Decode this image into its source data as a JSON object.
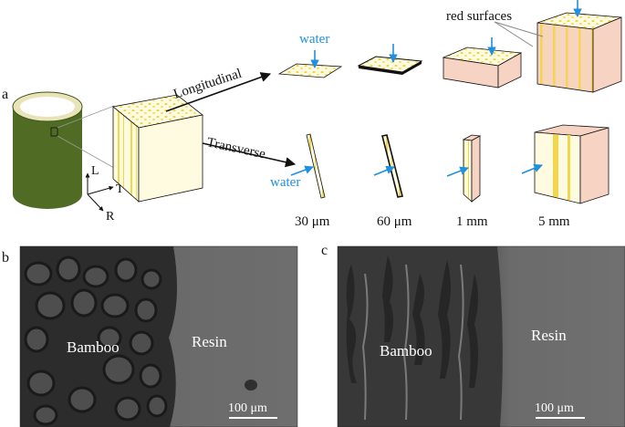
{
  "panel_a": {
    "panel_label": "a",
    "axes": {
      "L": "L",
      "T": "T",
      "R": "R"
    },
    "longitudinal_label": "Longitudinal",
    "transverse_label": "Transverse",
    "water_label_top": "water",
    "water_label_side": "water",
    "red_surfaces_label": "red surfaces",
    "sizes": [
      "30  μm",
      "60  μm",
      "1  mm",
      "5  mm"
    ],
    "colors": {
      "bamboo_green": "#4f6b24",
      "inner_cream": "#fffbe0",
      "fiber_yellow": "#f2d64d",
      "red_surface": "#f6d3c3",
      "water_arrow": "#1e90e0"
    }
  },
  "panel_b": {
    "panel_label": "b",
    "left_label": "Bamboo",
    "right_label": "Resin",
    "scale_bar": "100 μm"
  },
  "panel_c": {
    "panel_label": "c",
    "left_label": "Bamboo",
    "right_label": "Resin",
    "scale_bar": "100 μm"
  }
}
